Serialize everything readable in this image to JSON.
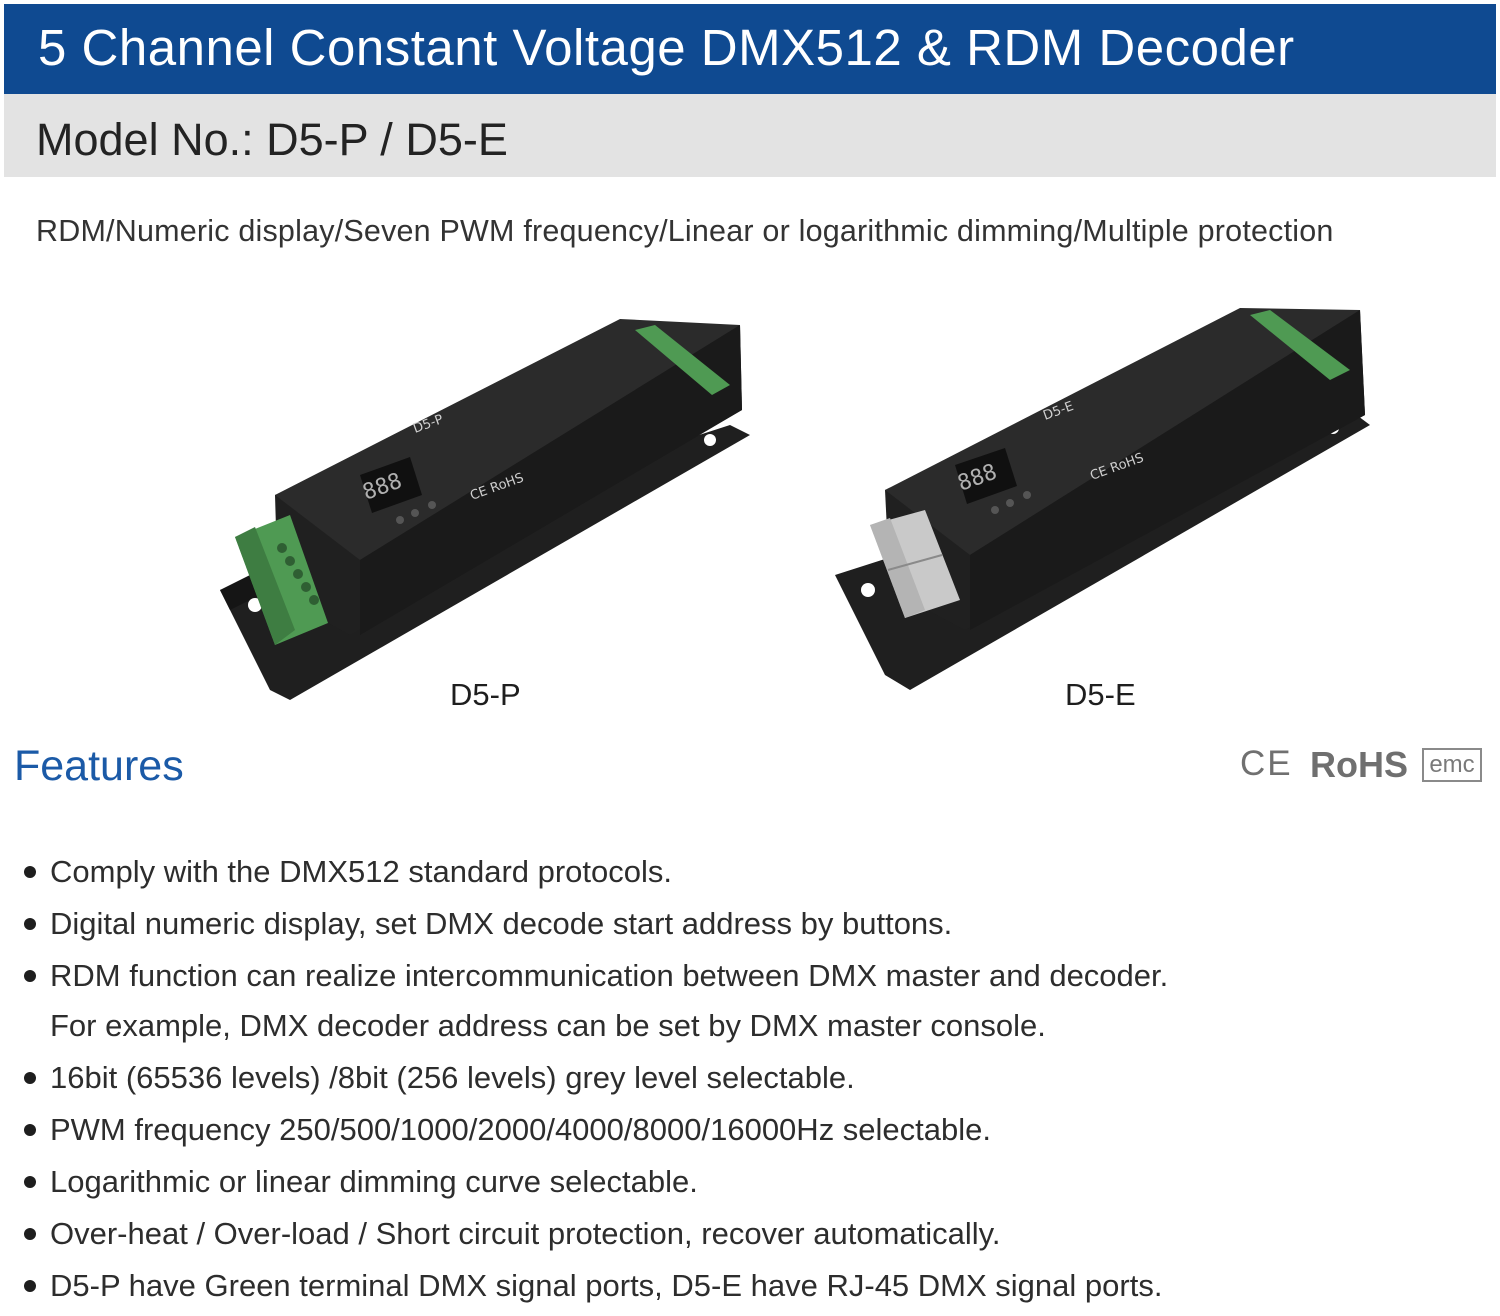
{
  "header": {
    "title": "5 Channel Constant Voltage DMX512 & RDM Decoder",
    "model": "Model No.: D5-P / D5-E"
  },
  "subtitle": "RDM/Numeric display/Seven PWM frequency/Linear or logarithmic dimming/Multiple protection",
  "products": [
    {
      "label": "D5-P",
      "device_mark": "D5-P",
      "display_text": "888",
      "connector": "green terminal",
      "cert_text": "CE RoHS"
    },
    {
      "label": "D5-E",
      "device_mark": "D5-E",
      "display_text": "888",
      "connector": "RJ-45",
      "cert_text": "CE RoHS"
    }
  ],
  "features": {
    "heading": "Features",
    "certifications": {
      "ce": "CE",
      "rohs": "RoHS",
      "emc": "emc"
    },
    "items": [
      {
        "text": "Comply with the DMX512 standard protocols."
      },
      {
        "text": "Digital numeric display, set DMX decode start address by buttons."
      },
      {
        "text": "RDM function can realize intercommunication between DMX master and decoder.",
        "continuation": "For example, DMX decoder address can be set by DMX master console."
      },
      {
        "text": "16bit (65536 levels) /8bit (256 levels) grey level selectable."
      },
      {
        "text": "PWM frequency 250/500/1000/2000/4000/8000/16000Hz selectable."
      },
      {
        "text": "Logarithmic or linear dimming curve selectable."
      },
      {
        "text": "Over-heat / Over-load / Short circuit protection, recover automatically."
      },
      {
        "text": "D5-P have Green terminal DMX signal ports, D5-E have RJ-45 DMX signal ports."
      }
    ]
  },
  "colors": {
    "title_bar": "#0f4a91",
    "model_bar": "#e3e3e3",
    "heading_blue": "#1b5aa7",
    "terminal_green": "#4f9a53",
    "device_body": "#262626"
  },
  "icons": [
    "bullet-dot-icon",
    "ce-mark-icon",
    "rohs-mark-icon",
    "emc-mark-icon"
  ]
}
